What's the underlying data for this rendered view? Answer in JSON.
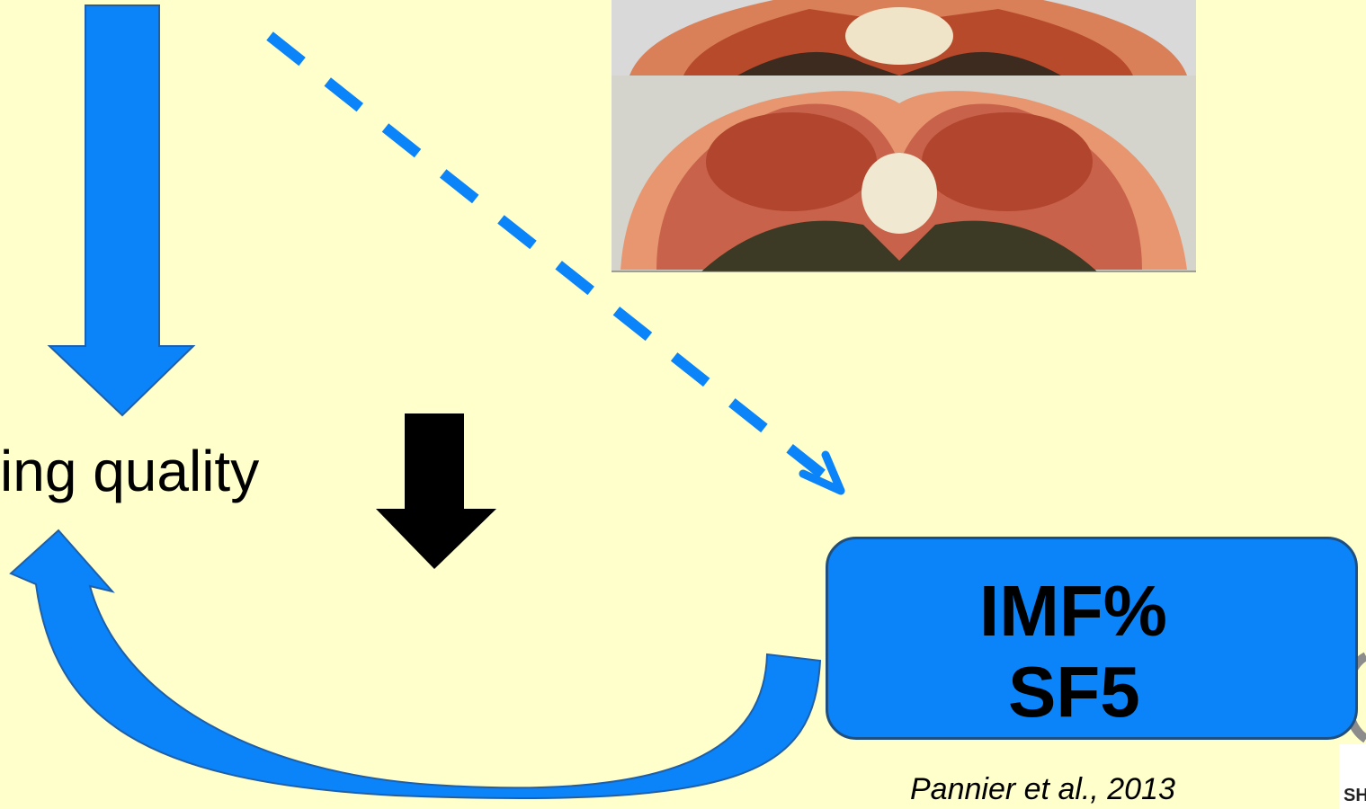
{
  "diagram": {
    "quality_label": "ing quality",
    "box": {
      "line1": "IMF%",
      "line2": "SF5"
    },
    "citation": "Pannier et al., 2013",
    "logo_fragment": "SHE",
    "colors": {
      "background": "#ffffcc",
      "arrow_blue": "#0a84f8",
      "box_fill": "#0a84f8",
      "box_border": "#1f4f80",
      "indicator_arrow": "#000000"
    },
    "icons": {
      "down_arrow": "down-arrow-icon",
      "up_arrow": "up-arrow-icon"
    }
  }
}
